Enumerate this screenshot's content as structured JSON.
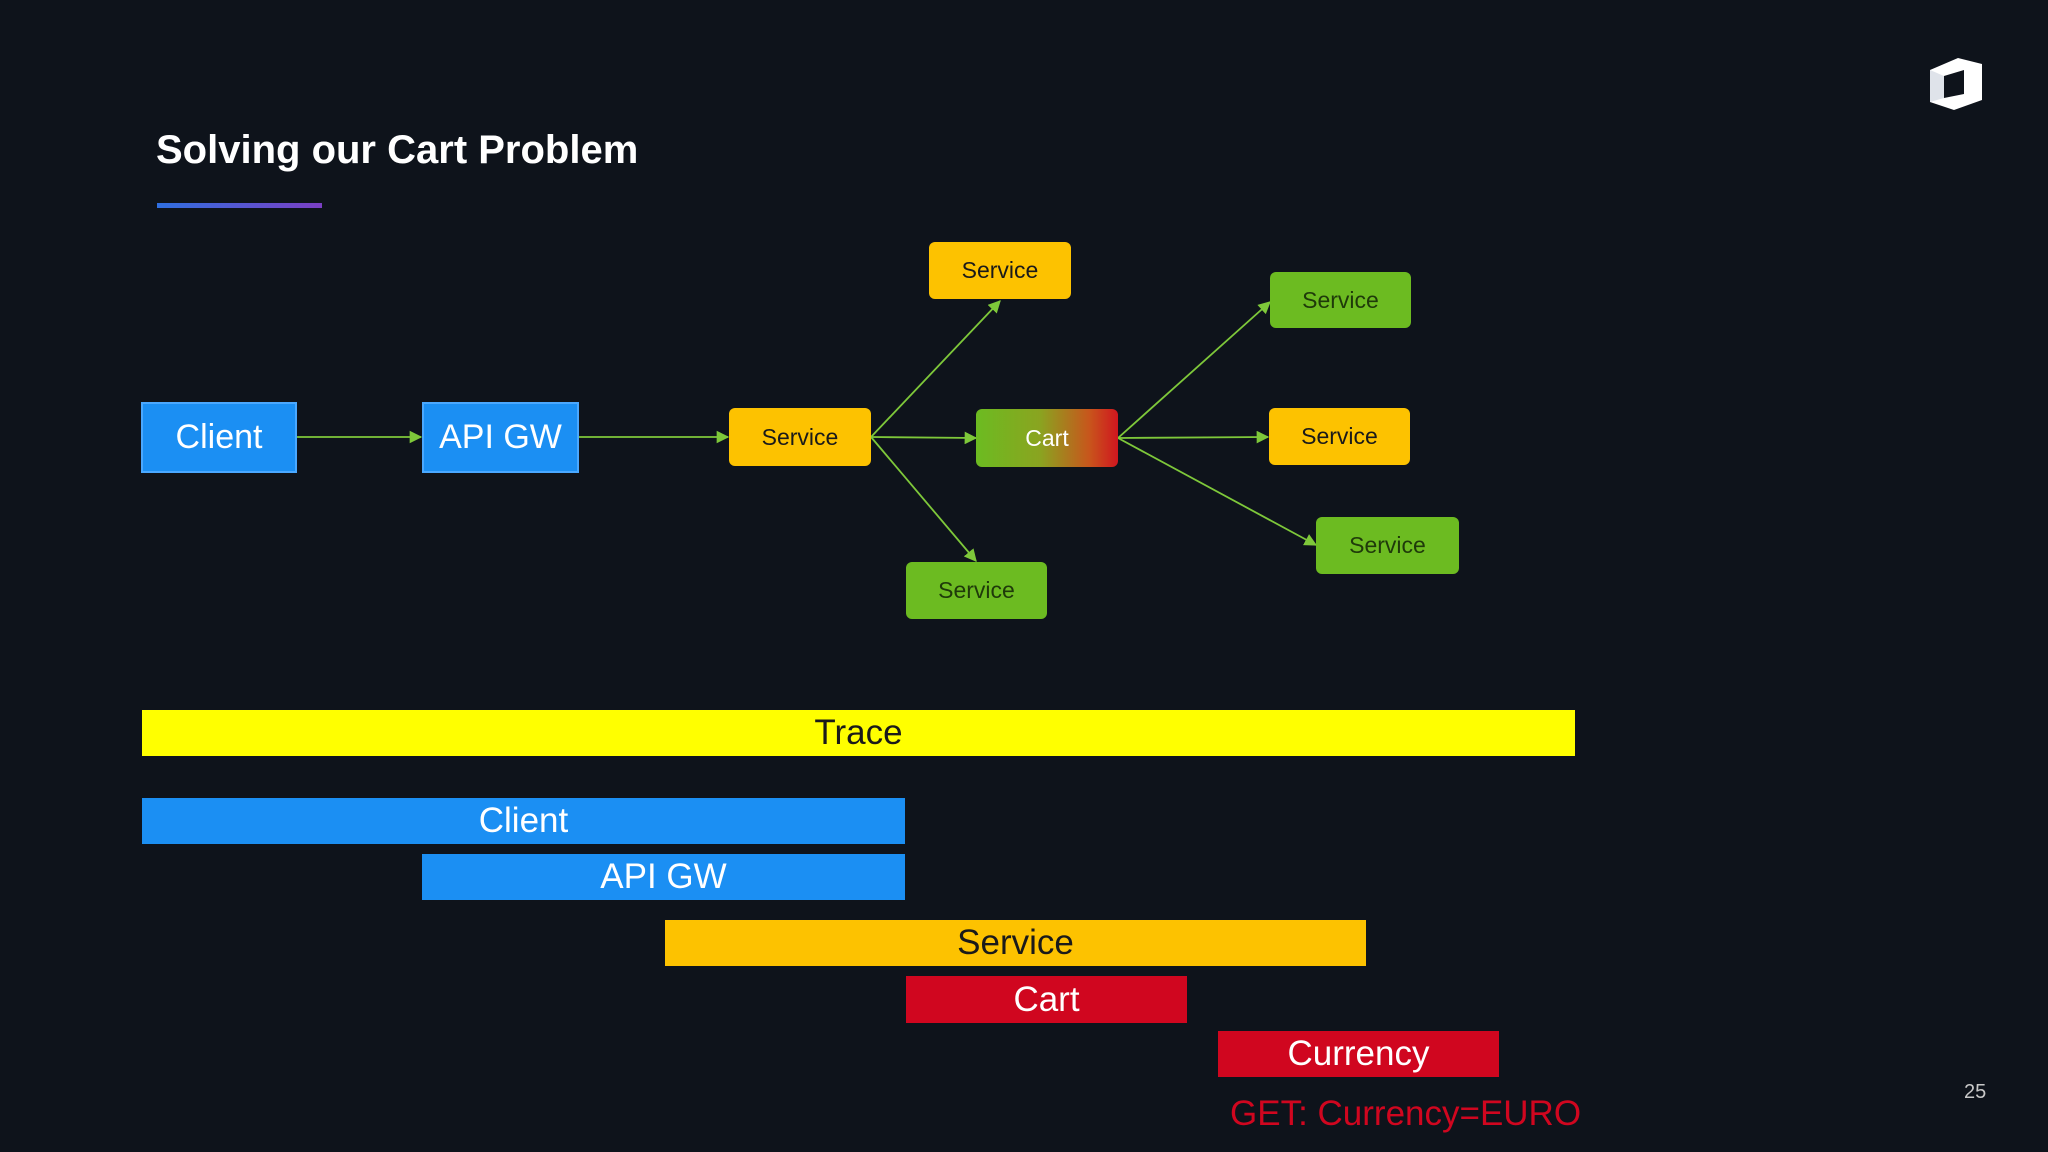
{
  "slide": {
    "title": "Solving our Cart Problem",
    "page_number": "25"
  },
  "diagram": {
    "nodes": {
      "client": "Client",
      "api_gw": "API GW",
      "service_hub": "Service",
      "service_top": "Service",
      "cart": "Cart",
      "service_bottom": "Service",
      "service_right_top": "Service",
      "service_right_mid": "Service",
      "service_right_bottom": "Service"
    },
    "edges": [
      [
        "client",
        "api_gw"
      ],
      [
        "api_gw",
        "service_hub"
      ],
      [
        "service_hub",
        "service_top"
      ],
      [
        "service_hub",
        "cart"
      ],
      [
        "service_hub",
        "service_bottom"
      ],
      [
        "cart",
        "service_right_top"
      ],
      [
        "cart",
        "service_right_mid"
      ],
      [
        "cart",
        "service_right_bottom"
      ]
    ]
  },
  "trace": {
    "spans": {
      "trace": "Trace",
      "client": "Client",
      "api_gw": "API GW",
      "service": "Service",
      "cart": "Cart",
      "currency": "Currency"
    },
    "annotation": "GET: Currency=EURO"
  },
  "colors": {
    "background": "#0e131b",
    "edge": "#7ec83a",
    "blue": "#1b8ff3",
    "orange": "#fdc200",
    "green": "#6cbb21",
    "red": "#d0061f",
    "yellow": "#ffff00"
  }
}
